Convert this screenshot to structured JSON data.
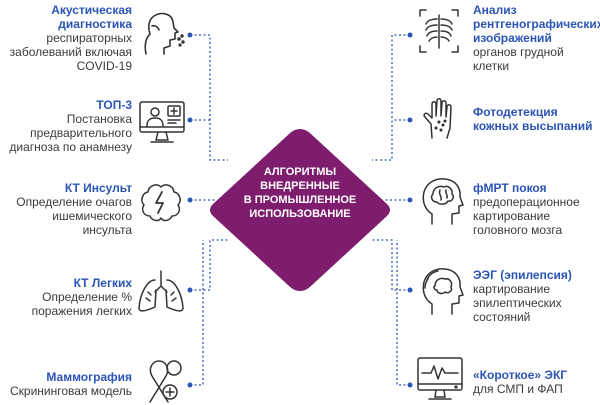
{
  "center": {
    "lines": [
      "АЛГОРИТМЫ",
      "ВНЕДРЕННЫЕ",
      "В ПРОМЫШЛЕННОЕ",
      "ИСПОЛЬЗОВАНИЕ"
    ],
    "color": "#7e1d6e"
  },
  "colors": {
    "title": "#2b55b5",
    "connector": "#2b55b5",
    "icon": "#333333"
  },
  "left_items": [
    {
      "title": "Акустическая\nдиагностика",
      "desc": "респираторных\nзаболеваний включая\nCOVID-19",
      "icon": "coughing-person-icon"
    },
    {
      "title": "ТОП-3",
      "desc": "Постановка\nпредварительного\nдиагноза по анамнезу",
      "icon": "doctor-computer-icon"
    },
    {
      "title": "КТ Инсульт",
      "desc": "Определение очагов\nишемического\nинсульта",
      "icon": "brain-stroke-icon"
    },
    {
      "title": "КТ Легких",
      "desc": "Определение %\nпоражения легких",
      "icon": "lungs-icon"
    },
    {
      "title": "Маммография",
      "desc": "Скрининговая модель",
      "icon": "cancer-ribbon-icon"
    }
  ],
  "right_items": [
    {
      "title": "Анализ\nрентгенографических\nизображений",
      "desc": "органов грудной\nклетки",
      "icon": "chest-xray-icon"
    },
    {
      "title": "Фотодетекция\nкожных высыпаний",
      "desc": "",
      "icon": "hand-rash-icon"
    },
    {
      "title": "фМРТ покоя",
      "desc": "предоперационное\nкартирование\nголовного мозга",
      "icon": "head-brain-icon"
    },
    {
      "title": "ЭЭГ (эпилепсия)",
      "desc": "картирование\nэпилептических\nсостояний",
      "icon": "head-brain-waves-icon"
    },
    {
      "title": "«Короткое» ЭКГ",
      "desc": "для СМП и ФАП",
      "icon": "ecg-monitor-icon"
    }
  ]
}
